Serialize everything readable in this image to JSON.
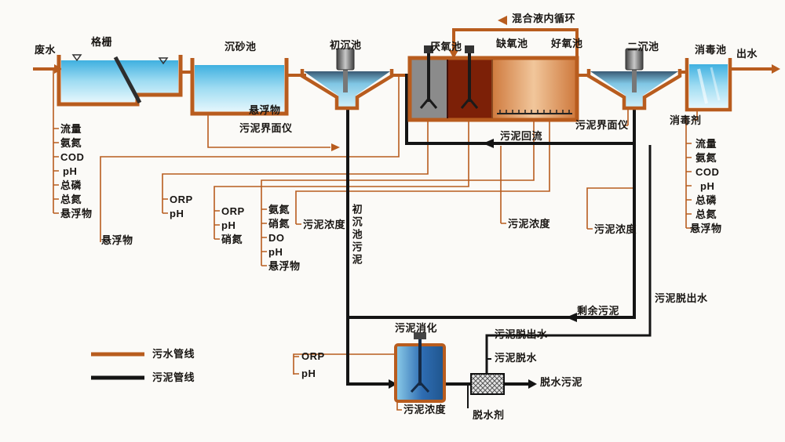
{
  "legend": {
    "sewage_line": "污水管线",
    "sludge_line": "污泥管线"
  },
  "tanks": {
    "screen": "格栅",
    "grit": "沉砂池",
    "primary": "初沉池",
    "anaerobic": "厌氧池",
    "anoxic": "缺氧池",
    "aerobic": "好氧池",
    "secondary": "二沉池",
    "disinfection": "消毒池",
    "digester": "污泥消化"
  },
  "flows": {
    "influent": "废水",
    "effluent": "出水",
    "internal_recycle": "混合液内循环",
    "sludge_return": "污泥回流",
    "excess_sludge": "剩余污泥",
    "primary_sludge": "初沉池污泥",
    "reject_water_1": "污泥脱出水",
    "sludge_dewatering": "污泥脱水",
    "reject_water_2": "污泥脱出水",
    "dewatered_sludge": "脱水污泥",
    "dewatering_agent": "脱水剂",
    "disinfectant": "消毒剂"
  },
  "sensors": {
    "influent_list": [
      "流量",
      "氨氮",
      "COD",
      "pH",
      "总磷",
      "总氮",
      "悬浮物"
    ],
    "effluent_list": [
      "流量",
      "氨氮",
      "COD",
      "pH",
      "总磷",
      "总氮",
      "悬浮物"
    ],
    "ss_after_screen": "悬浮物",
    "ss_primary": "悬浮物",
    "interface_primary": "污泥界面仪",
    "interface_secondary": "污泥界面仪",
    "anaerobic_list": [
      "ORP",
      "pH"
    ],
    "anoxic_list": [
      "ORP",
      "pH",
      "硝氮"
    ],
    "aerobic_list": [
      "氨氮",
      "硝氮",
      "DO",
      "pH",
      "悬浮物"
    ],
    "digester_list": [
      "ORP",
      "pH"
    ],
    "mlss_aerobic": "污泥浓度",
    "mlss_return": "污泥浓度",
    "mlss_secondary": "污泥浓度",
    "mlss_digester": "污泥浓度"
  },
  "colors": {
    "sewage_pipe": "#b85c1e",
    "sludge_pipe": "#141414",
    "water": "#9fdcf2",
    "anaerobic_fill": "#8b8b8b",
    "anoxic_fill": "#7c2007",
    "aerobic_fill": "#e8a468",
    "digester_fill": "#2e6cb2"
  }
}
